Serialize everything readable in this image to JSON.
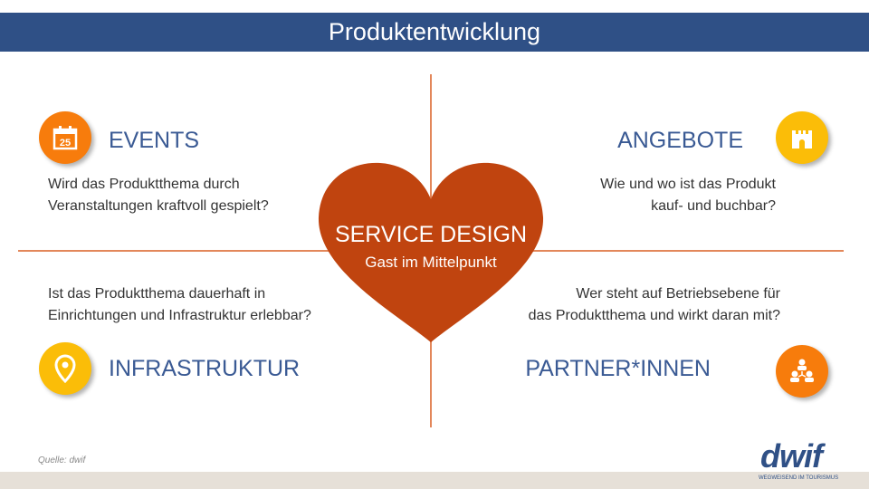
{
  "header": {
    "title": "Produktentwicklung"
  },
  "center": {
    "title": "SERVICE DESIGN",
    "subtitle": "Gast im Mittelpunkt"
  },
  "quadrants": {
    "events": {
      "title": "EVENTS",
      "icon": "calendar-icon",
      "icon_text": "25",
      "question_1": "Wird das Produktthema durch",
      "question_2": "Veranstaltungen kraftvoll gespielt?"
    },
    "angebote": {
      "title": "ANGEBOTE",
      "icon": "castle-icon",
      "question_1": "Wie und wo ist das Produkt",
      "question_2": "kauf- und buchbar?"
    },
    "infrastruktur": {
      "title": "INFRASTRUKTUR",
      "icon": "map-pin-icon",
      "question_1": "Ist das Produktthema dauerhaft in",
      "question_2": "Einrichtungen und Infrastruktur erlebbar?"
    },
    "partner": {
      "title": "PARTNER*INNEN",
      "icon": "network-people-icon",
      "question_1": "Wer steht auf Betriebsebene für",
      "question_2": "das Produktthema und wirkt daran mit?"
    }
  },
  "footer": {
    "source": "Quelle: dwif",
    "logo": "dwif",
    "tagline": "WEGWEISEND IM TOURISMUS"
  },
  "colors": {
    "header": "#2f5086",
    "heart": "#c0440f",
    "orange": "#f77c0c",
    "yellow": "#fbbd08"
  }
}
